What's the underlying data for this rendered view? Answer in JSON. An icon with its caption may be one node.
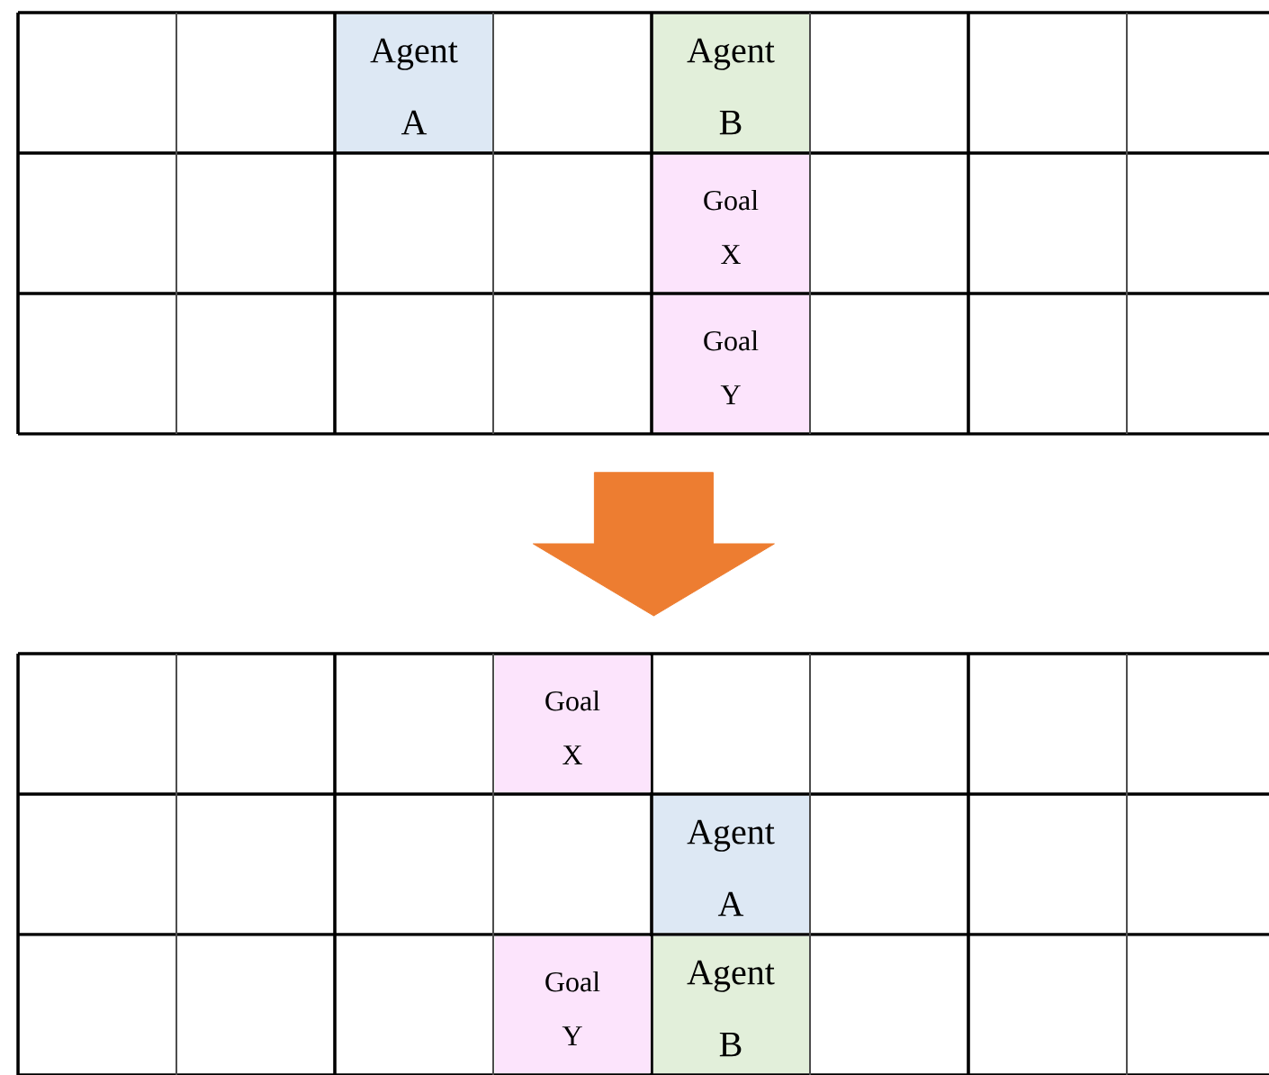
{
  "diagram": {
    "nodes": [
      {
        "text": [],
        "shape": "box"
      },
      {
        "text": [
          "Agent A"
        ],
        "in": 0
      },
      {
        "text": [
          "Agent B"
        ],
        "in": 0
      },
      {
        "text": [
          "Goal X"
        ],
        "in": 0
      },
      {
        "text": [
          "Goal Y"
        ],
        "in": 0
      },
      {
        "text": [],
        "shape": "box"
      },
      {
        "text": [
          "Goal X"
        ],
        "in": 5
      },
      {
        "text": [
          "Agent A"
        ],
        "in": 5
      },
      {
        "text": [
          "Goal Y"
        ],
        "in": 5
      },
      {
        "text": [
          "Agent B"
        ],
        "in": 5
      }
    ],
    "edges": [
      {
        "from": 0,
        "to": 5,
        "arrow": "to",
        "style": "thick",
        "color": "#ed7d31"
      }
    ]
  }
}
